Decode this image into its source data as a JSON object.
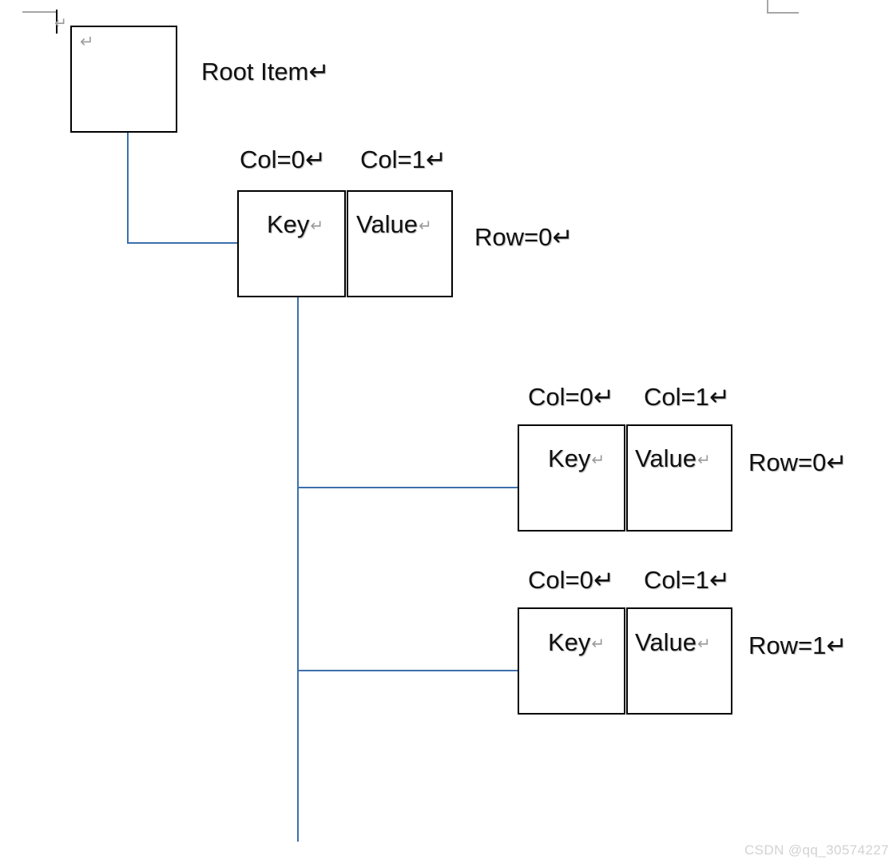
{
  "page": {
    "watermark": "CSDN @qq_30574227",
    "line_color": "#3d6fad",
    "box_border_color": "#000000",
    "margin_mark_color": "#a6a6a6",
    "text_color": "#111111",
    "return_glyph": "↵"
  },
  "root": {
    "box_glyph": "↵",
    "label": "Root Item↵"
  },
  "level1": {
    "col0_label": "Col=0↵",
    "col1_label": "Col=1↵",
    "row_label": "Row=0↵",
    "cells": [
      {
        "text": "Key",
        "ret": "↵"
      },
      {
        "text": "Value",
        "ret": "↵"
      }
    ]
  },
  "level2": [
    {
      "col0_label": "Col=0↵",
      "col1_label": "Col=1↵",
      "row_label": "Row=0↵",
      "cells": [
        {
          "text": "Key",
          "ret": "↵"
        },
        {
          "text": "Value",
          "ret": "↵"
        }
      ]
    },
    {
      "col0_label": "Col=0↵",
      "col1_label": "Col=1↵",
      "row_label": "Row=1↵",
      "cells": [
        {
          "text": "Key",
          "ret": "↵"
        },
        {
          "text": "Value",
          "ret": "↵"
        }
      ]
    }
  ]
}
